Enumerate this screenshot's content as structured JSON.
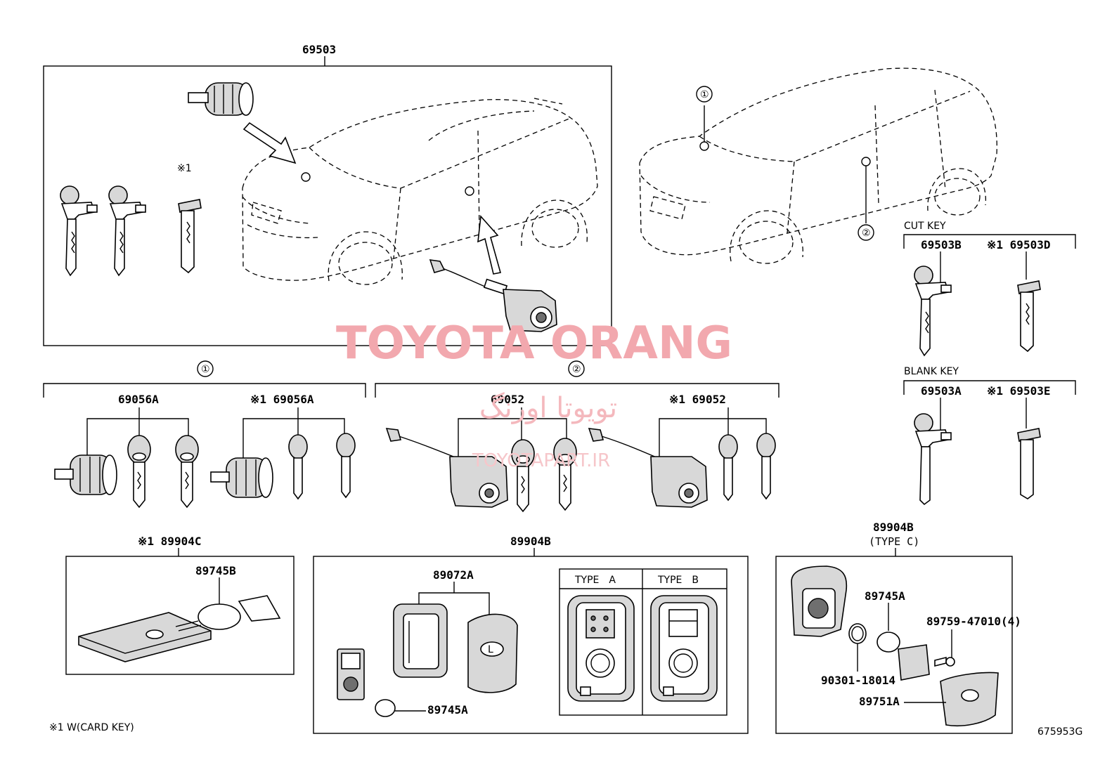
{
  "diagram": {
    "overview_code": "69503",
    "callouts": {
      "one": "①",
      "two": "②"
    },
    "note_mark": "※1",
    "note_text": "※1 W(CARD KEY)",
    "drawing_no": "675953G",
    "watermark": {
      "main": "TOYOTA ORANG",
      "persian": "تویوتا اورنگ",
      "site": "TOYOTAPART.IR",
      "colors": {
        "main": "#f2a8ae",
        "persian": "#f4b8bd",
        "site": "#f6c6ca"
      }
    },
    "group1": {
      "label": "69056A",
      "label_w": "※1 69056A"
    },
    "group2": {
      "label": "69052",
      "label_w": "※1 69052"
    },
    "cut_key": {
      "title": "CUT KEY",
      "code": "69503B",
      "code_w": "※1 69503D"
    },
    "blank_key": {
      "title": "BLANK KEY",
      "code": "69503A",
      "code_w": "※1 69503E"
    },
    "card_key": {
      "code": "※1 89904C",
      "battery": "89745B"
    },
    "smart_key": {
      "code": "89904B",
      "case": "89072A",
      "battery": "89745A",
      "type_a": "TYPE　A",
      "type_b": "TYPE　B"
    },
    "type_c": {
      "code": "89904B",
      "subtitle": "(TYPE C)",
      "battery": "89745A",
      "screw": "89759-47010(4)",
      "oring": "90301-18014",
      "cover": "89751A"
    }
  }
}
